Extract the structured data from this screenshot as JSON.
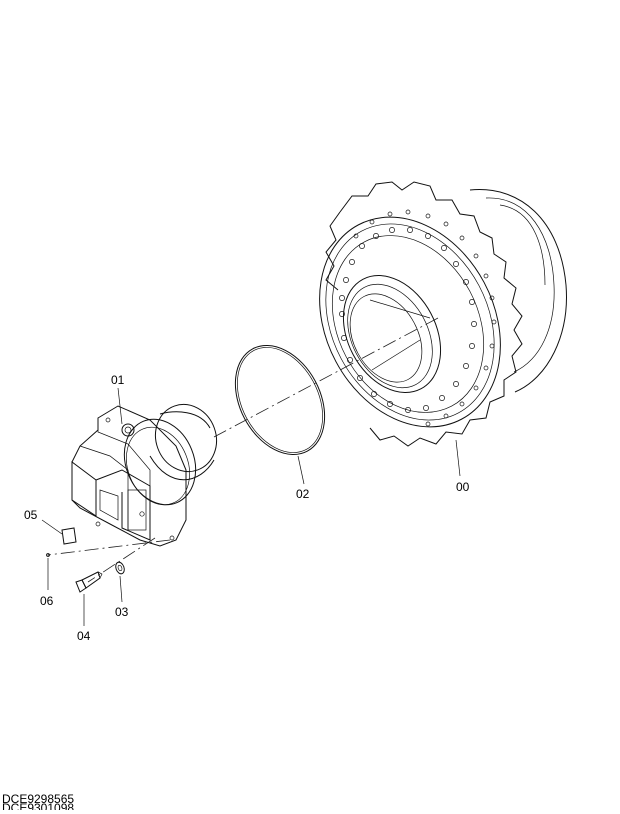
{
  "callouts": {
    "c00": "00",
    "c01": "01",
    "c02": "02",
    "c03": "03",
    "c04": "04",
    "c05": "05",
    "c06": "06"
  },
  "doc_ids": {
    "primary": "DCE9298565",
    "secondary": "DCE9301098"
  }
}
